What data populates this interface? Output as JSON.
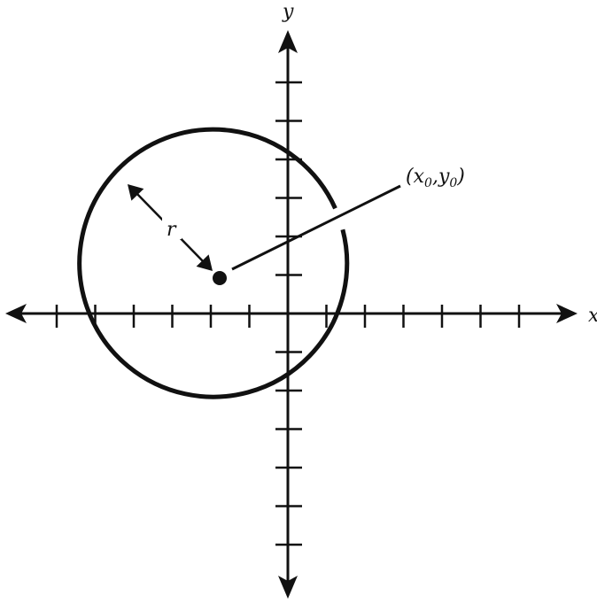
{
  "axes": {
    "x_label": "x",
    "y_label": "y"
  },
  "circle": {
    "radius_label": "r",
    "center_label": {
      "open": "(",
      "x": "x",
      "x_sub": "0",
      "comma": ",",
      "y": "y",
      "y_sub": "0",
      "close": ")"
    }
  },
  "colors": {
    "ink": "#111111",
    "background": "#ffffff"
  }
}
